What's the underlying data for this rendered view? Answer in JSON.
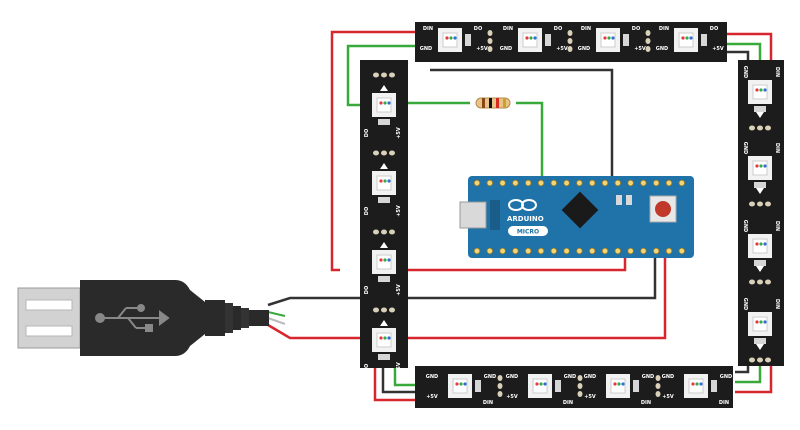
{
  "colors": {
    "background": "#ffffff",
    "strip_pcb": "#1c1c1c",
    "wire_red": "#d7262d",
    "wire_green": "#3aa93c",
    "wire_black": "#333333",
    "board_blue": "#1f73a8",
    "usb_black": "#2a2a2a",
    "usb_metal": "#c7c7c7"
  },
  "labels": {
    "pin_din": "DIN",
    "pin_do": "DO",
    "pin_gnd": "GND",
    "pin_5v": "+5V",
    "board_brand": "ARDUINO",
    "board_model": "MICRO"
  },
  "components": {
    "led_strips": 4,
    "pixels_per_strip": 4,
    "resistor": "inline data resistor",
    "microcontroller": "Arduino Micro",
    "power_source": "USB cable"
  },
  "icons": [
    "usb-symbol-icon",
    "arduino-infinity-logo-icon",
    "reset-button-icon"
  ]
}
